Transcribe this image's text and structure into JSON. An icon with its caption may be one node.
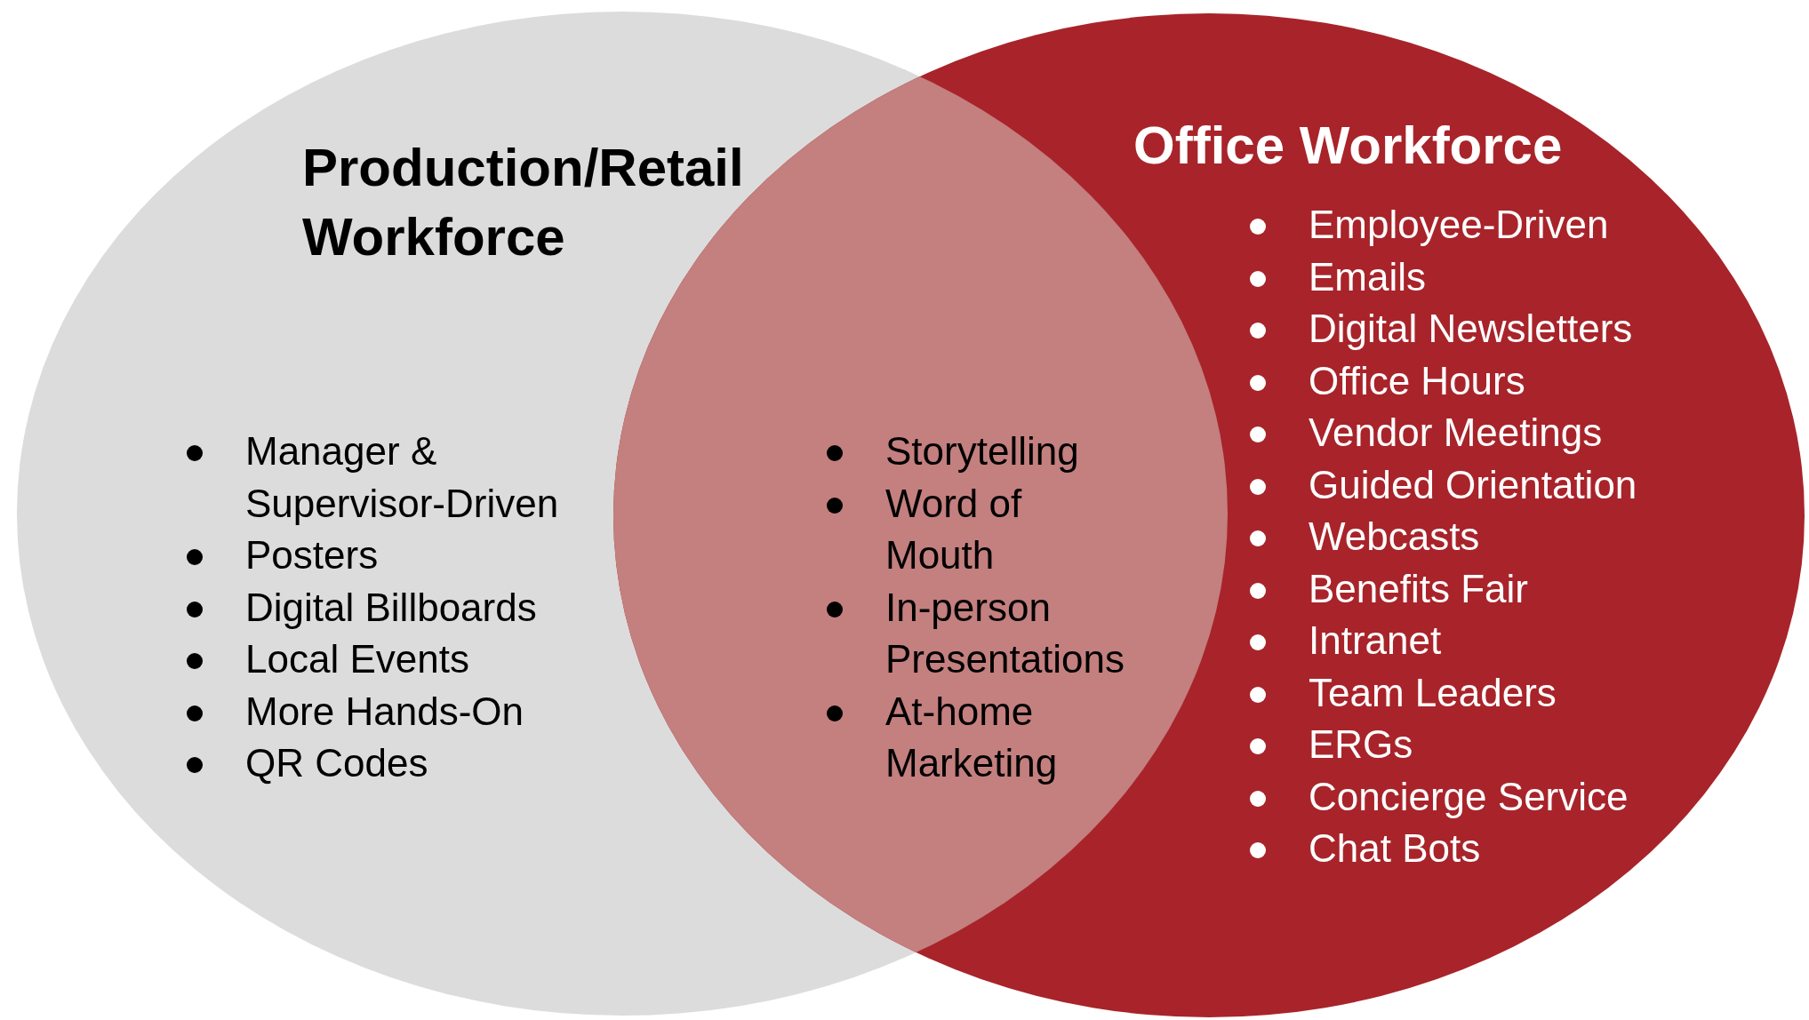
{
  "diagram": {
    "nodes": [
      {
        "text": [
          "Production/Retail Workforce",
          "Manager & Supervisor-Driven",
          "Posters",
          "Digital Billboards",
          "Local Events",
          "More Hands-On",
          "QR Codes"
        ]
      },
      {
        "text": [
          "Storytelling",
          "Word of Mouth",
          "In-person Presentations",
          "At-home Marketing"
        ]
      },
      {
        "text": [
          "Office Workforce",
          "Employee-Driven",
          "Emails",
          "Digital Newsletters",
          "Office Hours",
          "Vendor Meetings",
          "Guided Orientation",
          "Webcasts",
          "Benefits Fair",
          "Intranet",
          "Team Leaders",
          "ERGs",
          "Concierge Service",
          "Chat Bots"
        ]
      }
    ]
  }
}
